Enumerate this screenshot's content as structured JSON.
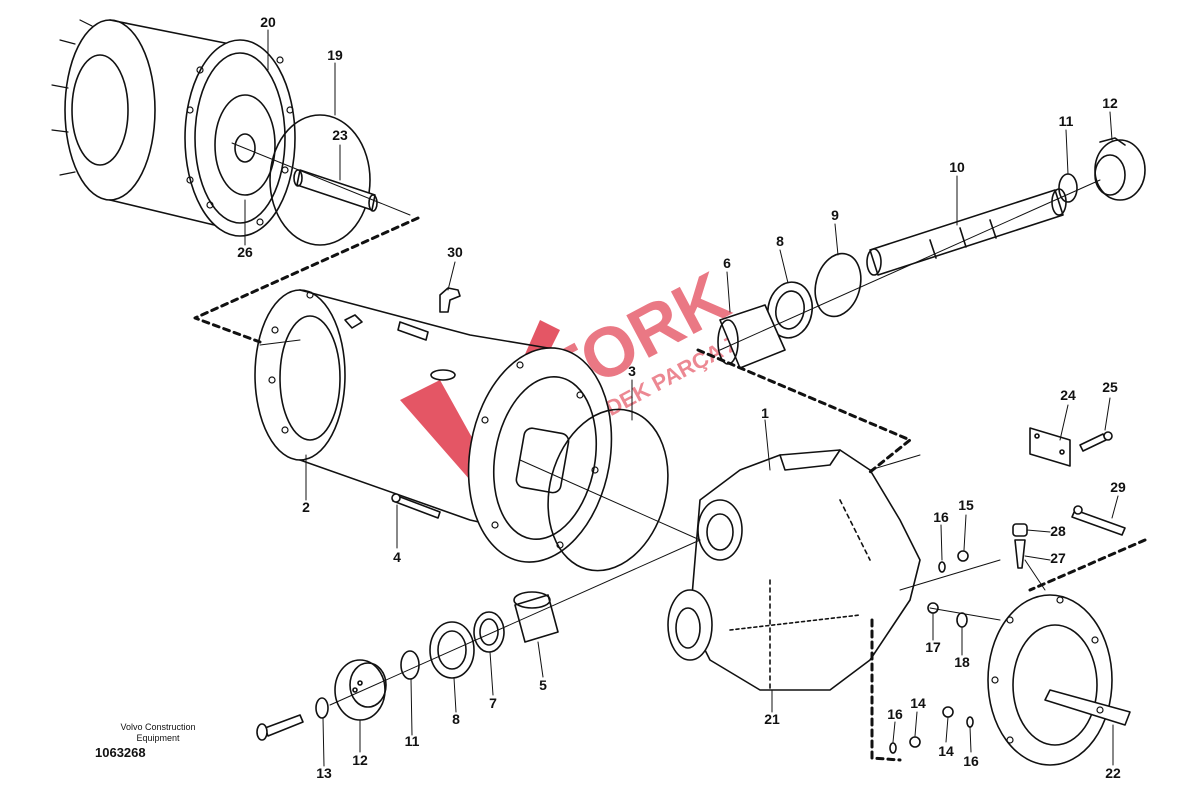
{
  "callouts": [
    {
      "id": "20",
      "label": "20"
    },
    {
      "id": "19",
      "label": "19"
    },
    {
      "id": "23",
      "label": "23"
    },
    {
      "id": "26",
      "label": "26"
    },
    {
      "id": "30",
      "label": "30"
    },
    {
      "id": "12a",
      "label": "12"
    },
    {
      "id": "11a",
      "label": "11"
    },
    {
      "id": "10",
      "label": "10"
    },
    {
      "id": "9",
      "label": "9"
    },
    {
      "id": "8a",
      "label": "8"
    },
    {
      "id": "6",
      "label": "6"
    },
    {
      "id": "3",
      "label": "3"
    },
    {
      "id": "1",
      "label": "1"
    },
    {
      "id": "2",
      "label": "2"
    },
    {
      "id": "4",
      "label": "4"
    },
    {
      "id": "24",
      "label": "24"
    },
    {
      "id": "25",
      "label": "25"
    },
    {
      "id": "29",
      "label": "29"
    },
    {
      "id": "28",
      "label": "28"
    },
    {
      "id": "27",
      "label": "27"
    },
    {
      "id": "16a",
      "label": "16"
    },
    {
      "id": "15",
      "label": "15"
    },
    {
      "id": "17",
      "label": "17"
    },
    {
      "id": "18",
      "label": "18"
    },
    {
      "id": "21",
      "label": "21"
    },
    {
      "id": "16b",
      "label": "16"
    },
    {
      "id": "14a",
      "label": "14"
    },
    {
      "id": "14b",
      "label": "14"
    },
    {
      "id": "16c",
      "label": "16"
    },
    {
      "id": "22",
      "label": "22"
    },
    {
      "id": "5",
      "label": "5"
    },
    {
      "id": "7",
      "label": "7"
    },
    {
      "id": "8b",
      "label": "8"
    },
    {
      "id": "11b",
      "label": "11"
    },
    {
      "id": "12b",
      "label": "12"
    },
    {
      "id": "13",
      "label": "13"
    }
  ],
  "brand": {
    "line1": "Volvo Construction",
    "line2": "Equipment"
  },
  "document_number": "1063268",
  "watermark": {
    "word1": "TORK",
    "word2": "YEDEK PARÇA ZIMAN"
  },
  "colors": {
    "line": "#111111",
    "watermark": "#e0394b",
    "background": "#ffffff"
  }
}
